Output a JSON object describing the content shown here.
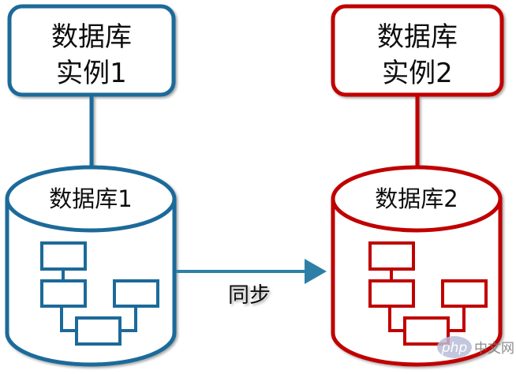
{
  "colors": {
    "instance1": "#1a6b9a",
    "instance2": "#c00000",
    "arrow": "#2e7fa8"
  },
  "instance1": {
    "line1": "数据库",
    "line2": "实例1"
  },
  "instance2": {
    "line1": "数据库",
    "line2": "实例2"
  },
  "database1": {
    "label": "数据库1"
  },
  "database2": {
    "label": "数据库2"
  },
  "sync": {
    "label": "同步"
  },
  "watermark": {
    "logo": "php",
    "text": "中文网"
  }
}
